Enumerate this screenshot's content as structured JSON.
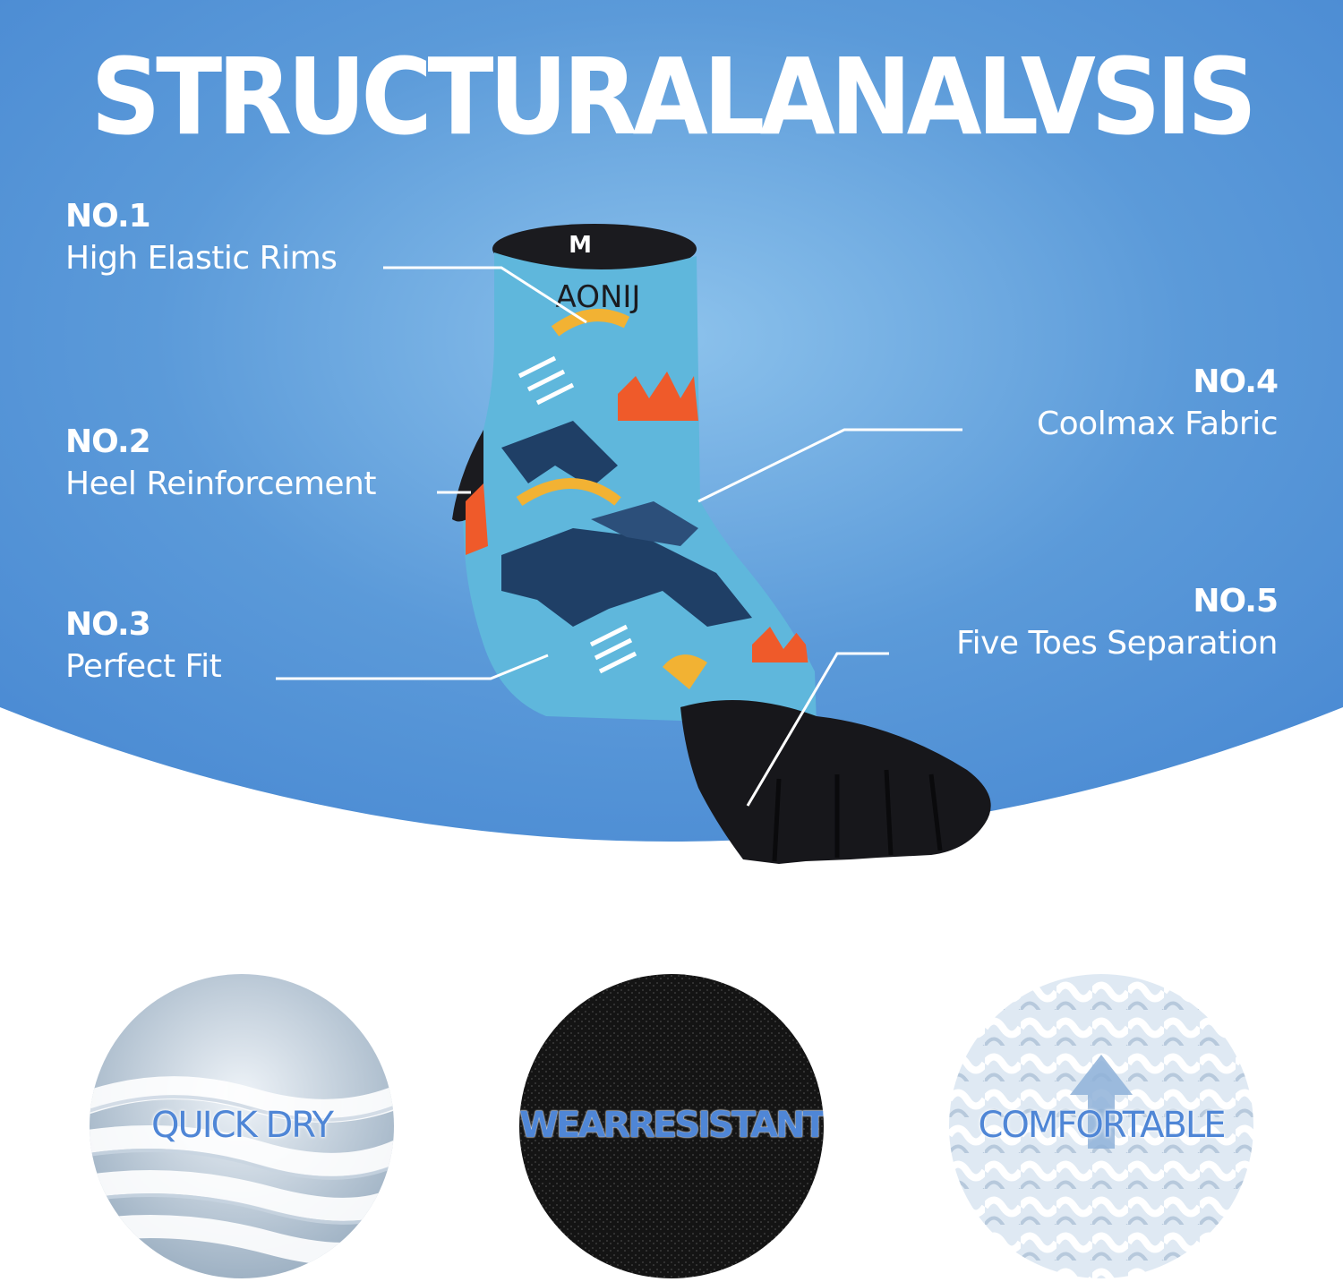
{
  "hero": {
    "title": "STRUCTURALANALVSIS",
    "colors": {
      "bg_light": "#74b0e4",
      "bg_dark": "#4f8fd6",
      "text": "#ffffff"
    }
  },
  "features": [
    {
      "no": "NO.1",
      "label": "High Elastic Rims"
    },
    {
      "no": "NO.2",
      "label": "Heel Reinforcement"
    },
    {
      "no": "NO.3",
      "label": "Perfect Fit"
    },
    {
      "no": "NO.4",
      "label": "Coolmax Fabric"
    },
    {
      "no": "NO.5",
      "label": "Five Toes Separation"
    }
  ],
  "sock": {
    "brand_text": "AONIJ",
    "logo": "M"
  },
  "badges": [
    {
      "label": "QUICK DRY",
      "icon": "fiber-texture"
    },
    {
      "label": "WEARRESISTANT",
      "icon": "black-knit-texture"
    },
    {
      "label": "COMFORTABLE",
      "icon": "mesh-texture-arrow"
    }
  ]
}
